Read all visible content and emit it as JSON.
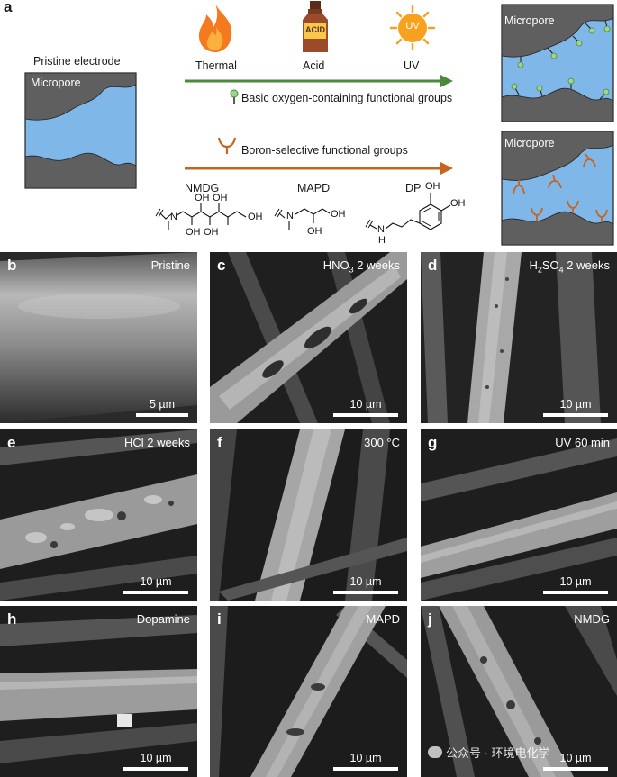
{
  "panel_a": {
    "letter": "a",
    "pristine_label": "Pristine electrode",
    "micropore_label": "Micropore",
    "treatments": [
      {
        "label": "Thermal",
        "icon": "flame-icon"
      },
      {
        "label": "Acid",
        "icon": "acid-bottle-icon",
        "bottle_text": "ACID"
      },
      {
        "label": "UV",
        "icon": "sun-icon",
        "sun_text": "UV"
      }
    ],
    "green_arrow_label": "Basic oxygen-containing functional groups",
    "orange_arrow_label": "Boron-selective functional groups",
    "molecules": [
      {
        "name": "NMDG",
        "atoms": [
          "N",
          "OH",
          "OH",
          "OH",
          "OH",
          "OH"
        ]
      },
      {
        "name": "MAPD",
        "atoms": [
          "N",
          "OH",
          "OH"
        ]
      },
      {
        "name": "DP",
        "atoms": [
          "N",
          "H",
          "OH",
          "OH"
        ]
      }
    ],
    "result_top_label": "Micropore",
    "result_bottom_label": "Micropore",
    "colors": {
      "green": "#4a8a3c",
      "orange": "#c8641e",
      "pore_blue": "#7fb7e8",
      "carbon_gray": "#5f5f5f"
    }
  },
  "sem_panels": [
    {
      "letter": "b",
      "title": "Pristine",
      "scale": "5 µm"
    },
    {
      "letter": "c",
      "title": "HNO3 2 weeks",
      "title_main": "HNO",
      "title_sub": "3",
      "title_rest": " 2 weeks",
      "scale": "10 µm"
    },
    {
      "letter": "d",
      "title": "H2SO4 2 weeks",
      "title_main": "H",
      "title_sub": "2",
      "title_mid": "SO",
      "title_sub2": "4",
      "title_rest": " 2 weeks",
      "scale": "10 µm"
    },
    {
      "letter": "e",
      "title": "HCl 2 weeks",
      "scale": "10 µm"
    },
    {
      "letter": "f",
      "title": "300 °C",
      "scale": "10 µm"
    },
    {
      "letter": "g",
      "title": "UV 60 min",
      "scale": "10 µm"
    },
    {
      "letter": "h",
      "title": "Dopamine",
      "scale": "10 µm"
    },
    {
      "letter": "i",
      "title": "MAPD",
      "scale": "10 µm"
    },
    {
      "letter": "j",
      "title": "NMDG",
      "scale": "10 µm"
    }
  ],
  "watermark": "公众号 · 环境电化学"
}
